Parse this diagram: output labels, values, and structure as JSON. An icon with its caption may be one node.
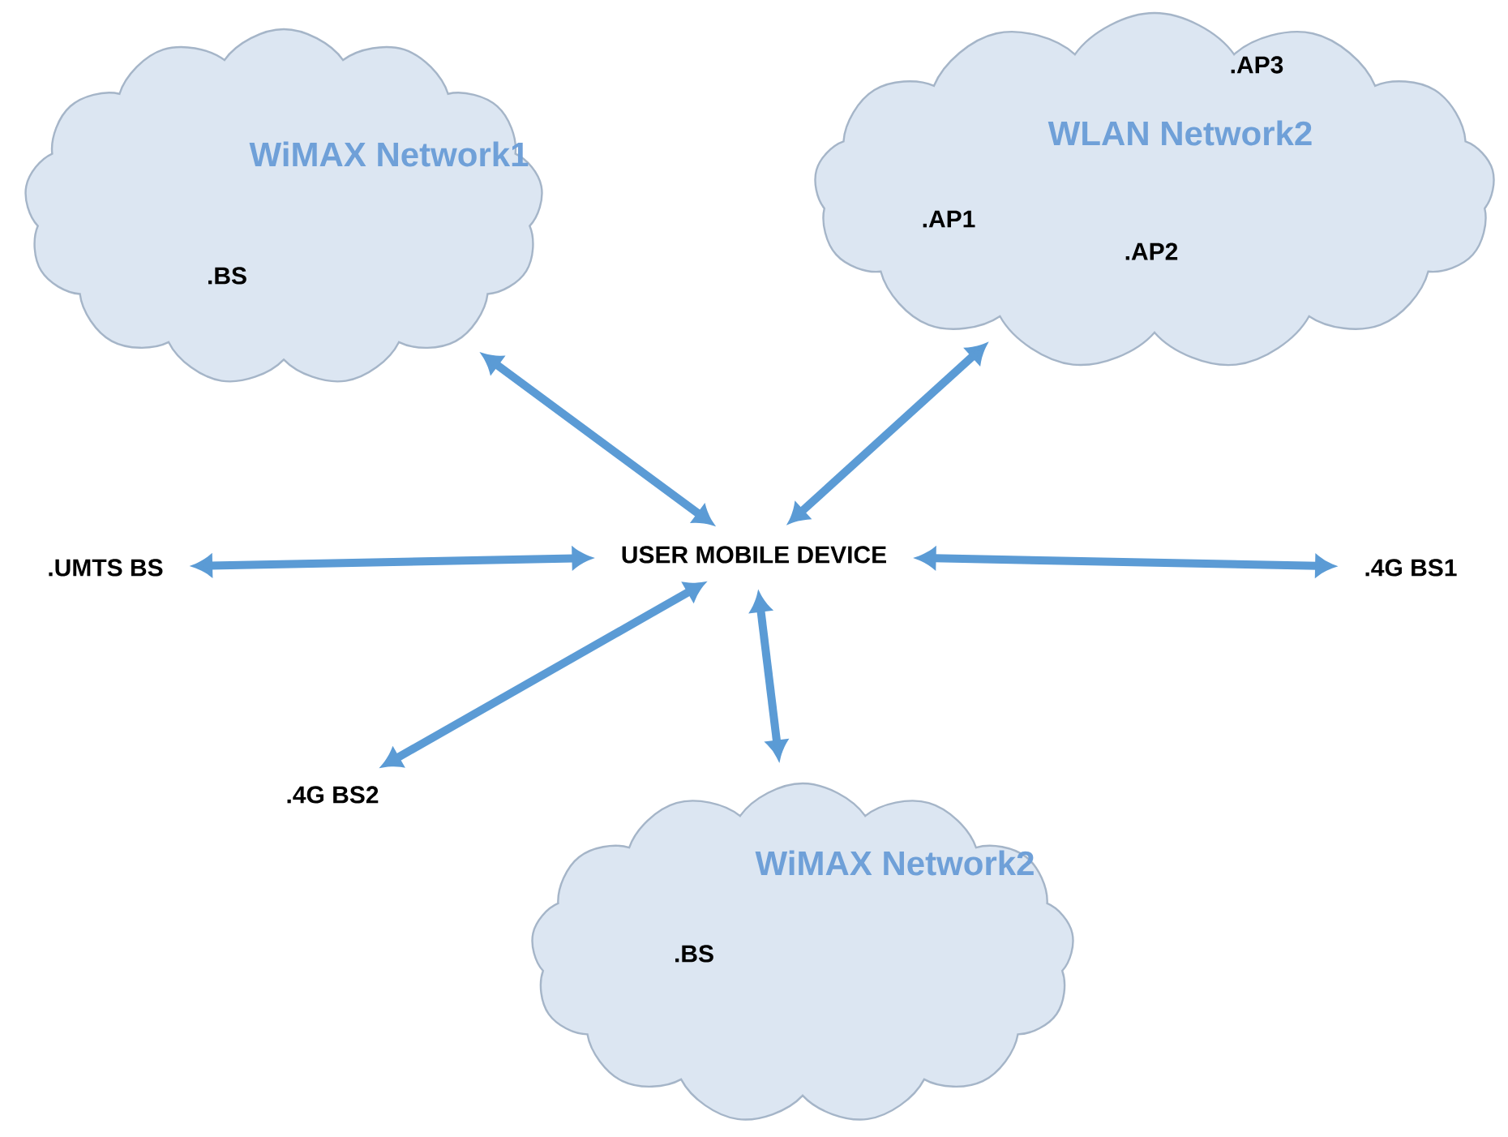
{
  "diagram": {
    "nodes": [
      {
        "text": [
          "WiMAX Network1",
          ".BS"
        ]
      },
      {
        "text": [
          ".AP3",
          "WLAN Network2",
          ".AP1",
          ".AP2"
        ]
      },
      {
        "text": [
          "USER MOBILE DEVICE"
        ]
      },
      {
        "text": [
          ".UMTS BS"
        ]
      },
      {
        "text": [
          ".4G BS1"
        ]
      },
      {
        "text": [
          ".4G BS2"
        ]
      },
      {
        "text": [
          "WiMAX Network2",
          ".BS"
        ]
      }
    ],
    "edges": [
      {
        "from": 0,
        "to": 2,
        "arrow": "both"
      },
      {
        "from": 1,
        "to": 2,
        "arrow": "both"
      },
      {
        "from": 3,
        "to": 2,
        "arrow": "both"
      },
      {
        "from": 2,
        "to": 4,
        "arrow": "both"
      },
      {
        "from": 5,
        "to": 2,
        "arrow": "both"
      },
      {
        "from": 2,
        "to": 6,
        "arrow": "both"
      }
    ]
  }
}
